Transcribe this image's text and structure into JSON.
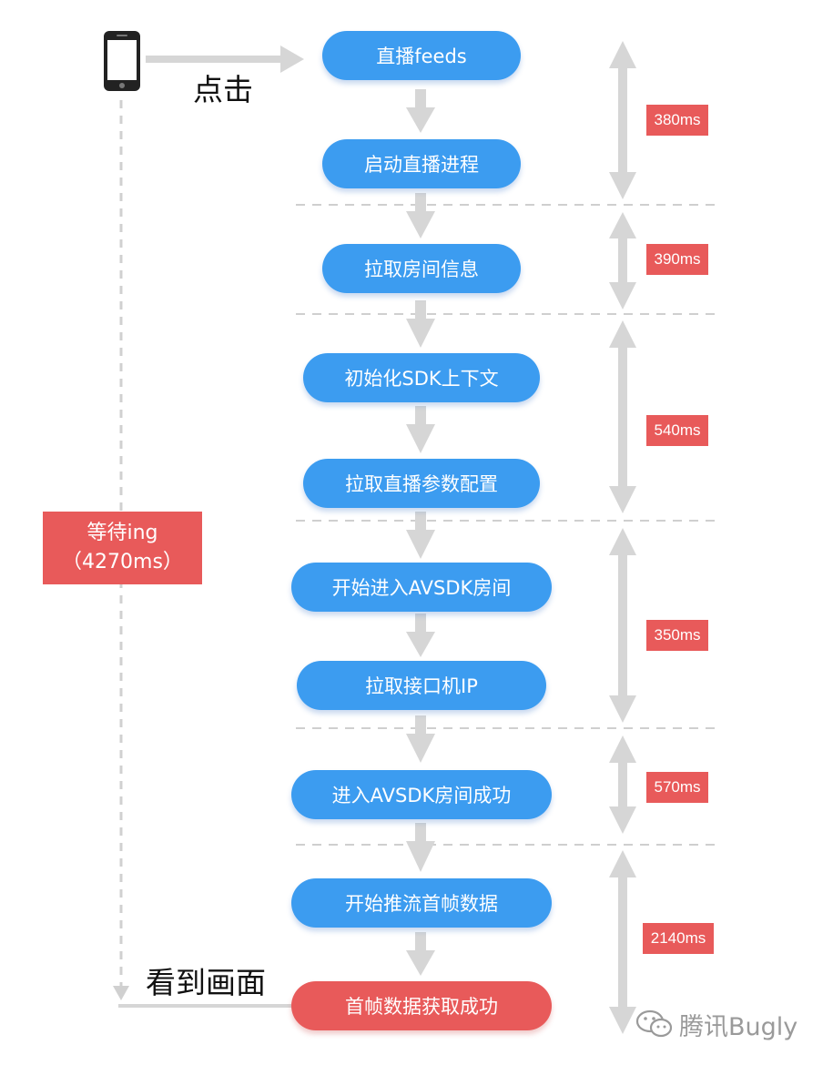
{
  "click_label": "点击",
  "see_label": "看到画面",
  "wait": {
    "line1": "等待ing",
    "line2": "（4270ms）"
  },
  "steps": [
    "直播feeds",
    "启动直播进程",
    "拉取房间信息",
    "初始化SDK上下文",
    "拉取直播参数配置",
    "开始进入AVSDK房间",
    "拉取接口机IP",
    "进入AVSDK房间成功",
    "开始推流首帧数据",
    "首帧数据获取成功"
  ],
  "durations": [
    "380ms",
    "390ms",
    "540ms",
    "350ms",
    "570ms",
    "2140ms"
  ],
  "watermark": "腾讯Bugly",
  "icons": {
    "device": "phone-icon",
    "watermark": "wechat-icon"
  },
  "colors": {
    "step": "#3c9cf0",
    "highlight": "#e85a5a",
    "arrow": "#d6d6d6",
    "divider": "#cfcfcf"
  }
}
